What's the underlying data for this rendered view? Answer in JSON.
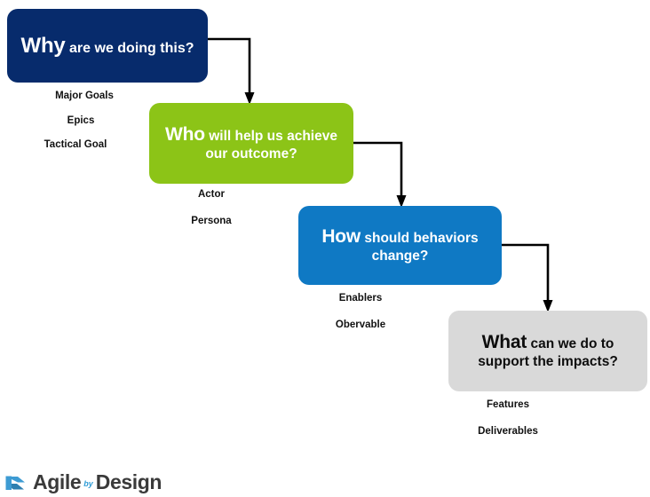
{
  "diagram": {
    "title": "Agile by Design question cascade",
    "nodes": [
      {
        "id": "why",
        "lead_word": "Why",
        "rest": " are we doing this?",
        "color": "#072B6C",
        "text_color": "#FFFFFF"
      },
      {
        "id": "who",
        "lead_word": "Who",
        "rest": " will help us achieve our outcome?",
        "color": "#8CC417",
        "text_color": "#FFFFFF"
      },
      {
        "id": "how",
        "lead_word": "How",
        "rest": " should behaviors change?",
        "color": "#0F79C4",
        "text_color": "#FFFFFF"
      },
      {
        "id": "what",
        "lead_word": "What",
        "rest": " can we do to support the impacts?",
        "color": "#D9D9D9",
        "text_color": "#0D0D0D"
      }
    ],
    "caption_groups": [
      {
        "id": "why",
        "items": [
          "Major  Goals",
          "Epics",
          "Tactical  Goal"
        ]
      },
      {
        "id": "who",
        "items": [
          "Actor",
          "Persona"
        ]
      },
      {
        "id": "how",
        "items": [
          "Enablers",
          "Obervable"
        ]
      },
      {
        "id": "what",
        "items": [
          "Features",
          "Deliverables"
        ]
      }
    ],
    "connectors": [
      {
        "id": "why-to-who",
        "from": "why",
        "to": "who",
        "color": "#000000"
      },
      {
        "id": "who-to-how",
        "from": "who",
        "to": "how",
        "color": "#000000"
      },
      {
        "id": "how-to-what",
        "from": "how",
        "to": "what",
        "color": "#000000"
      }
    ]
  },
  "logo": {
    "primary": "Agile",
    "connector_word": "by",
    "secondary": "Design",
    "mark_color": "#3D9BD3",
    "text_color": "#3A3A3A"
  }
}
